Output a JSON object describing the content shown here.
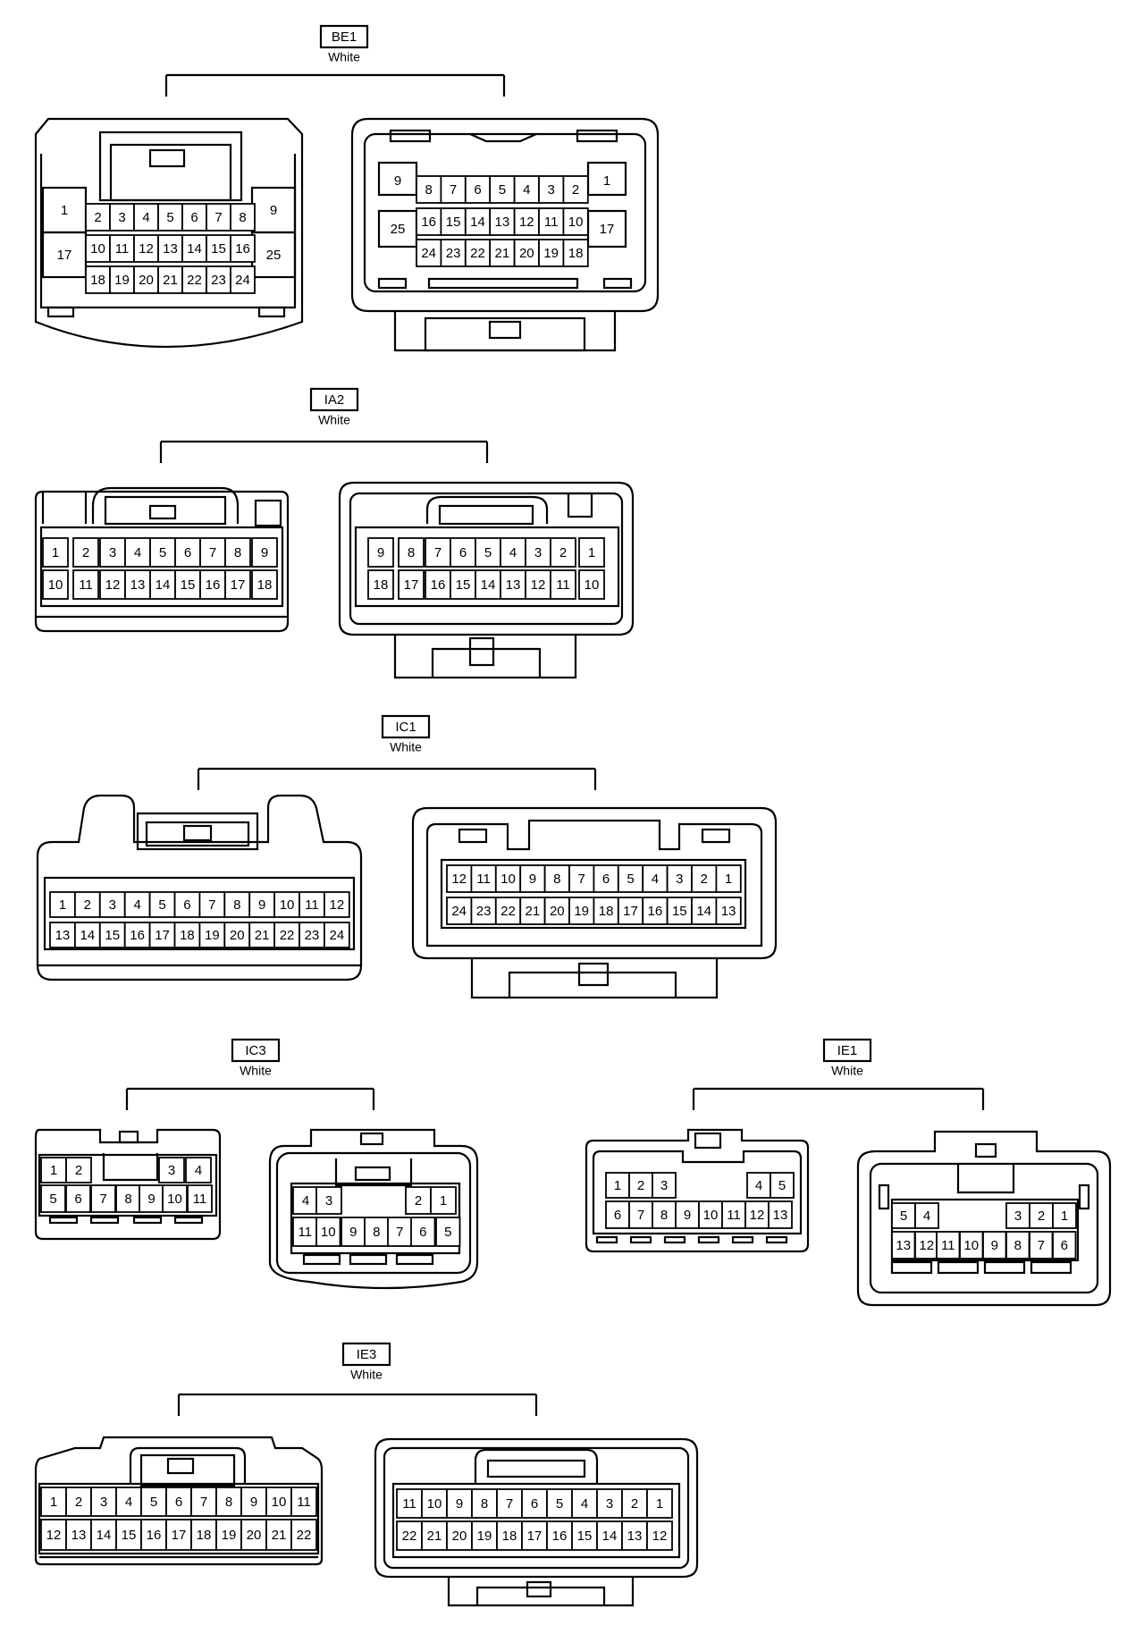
{
  "connectors": [
    {
      "id": "BE1",
      "color": "White",
      "male": {
        "rows": [
          [
            "1",
            "2",
            "3",
            "4",
            "5",
            "6",
            "7",
            "8",
            "9"
          ],
          [
            "17",
            "10",
            "11",
            "12",
            "13",
            "14",
            "15",
            "16",
            "25"
          ],
          [
            "18",
            "19",
            "20",
            "21",
            "22",
            "23",
            "24"
          ]
        ]
      },
      "female": {
        "rows": [
          [
            "9",
            "8",
            "7",
            "6",
            "5",
            "4",
            "3",
            "2",
            "1"
          ],
          [
            "25",
            "16",
            "15",
            "14",
            "13",
            "12",
            "11",
            "10",
            "17"
          ],
          [
            "24",
            "23",
            "22",
            "21",
            "20",
            "19",
            "18"
          ]
        ]
      }
    },
    {
      "id": "IA2",
      "color": "White",
      "male": {
        "rows": [
          [
            "1",
            "2",
            "3",
            "4",
            "5",
            "6",
            "7",
            "8",
            "9"
          ],
          [
            "10",
            "11",
            "12",
            "13",
            "14",
            "15",
            "16",
            "17",
            "18"
          ]
        ]
      },
      "female": {
        "rows": [
          [
            "9",
            "8",
            "7",
            "6",
            "5",
            "4",
            "3",
            "2",
            "1"
          ],
          [
            "18",
            "17",
            "16",
            "15",
            "14",
            "13",
            "12",
            "11",
            "10"
          ]
        ]
      }
    },
    {
      "id": "IC1",
      "color": "White",
      "male": {
        "rows": [
          [
            "1",
            "2",
            "3",
            "4",
            "5",
            "6",
            "7",
            "8",
            "9",
            "10",
            "11",
            "12"
          ],
          [
            "13",
            "14",
            "15",
            "16",
            "17",
            "18",
            "19",
            "20",
            "21",
            "22",
            "23",
            "24"
          ]
        ]
      },
      "female": {
        "rows": [
          [
            "12",
            "11",
            "10",
            "9",
            "8",
            "7",
            "6",
            "5",
            "4",
            "3",
            "2",
            "1"
          ],
          [
            "24",
            "23",
            "22",
            "21",
            "20",
            "19",
            "18",
            "17",
            "16",
            "15",
            "14",
            "13"
          ]
        ]
      }
    },
    {
      "id": "IC3",
      "color": "White",
      "male": {
        "rows": [
          [
            "1",
            "2",
            "3",
            "4"
          ],
          [
            "5",
            "6",
            "7",
            "8",
            "9",
            "10",
            "11"
          ]
        ]
      },
      "female": {
        "rows": [
          [
            "4",
            "3",
            "2",
            "1"
          ],
          [
            "11",
            "10",
            "9",
            "8",
            "7",
            "6",
            "5"
          ]
        ]
      }
    },
    {
      "id": "IE1",
      "color": "White",
      "male": {
        "rows": [
          [
            "1",
            "2",
            "3",
            "4",
            "5"
          ],
          [
            "6",
            "7",
            "8",
            "9",
            "10",
            "11",
            "12",
            "13"
          ]
        ]
      },
      "female": {
        "rows": [
          [
            "5",
            "4",
            "3",
            "2",
            "1"
          ],
          [
            "13",
            "12",
            "11",
            "10",
            "9",
            "8",
            "7",
            "6"
          ]
        ]
      }
    },
    {
      "id": "IE3",
      "color": "White",
      "male": {
        "rows": [
          [
            "1",
            "2",
            "3",
            "4",
            "5",
            "6",
            "7",
            "8",
            "9",
            "10",
            "11"
          ],
          [
            "12",
            "13",
            "14",
            "15",
            "16",
            "17",
            "18",
            "19",
            "20",
            "21",
            "22"
          ]
        ]
      },
      "female": {
        "rows": [
          [
            "11",
            "10",
            "9",
            "8",
            "7",
            "6",
            "5",
            "4",
            "3",
            "2",
            "1"
          ],
          [
            "22",
            "21",
            "20",
            "19",
            "18",
            "17",
            "16",
            "15",
            "14",
            "13",
            "12"
          ]
        ]
      }
    }
  ]
}
